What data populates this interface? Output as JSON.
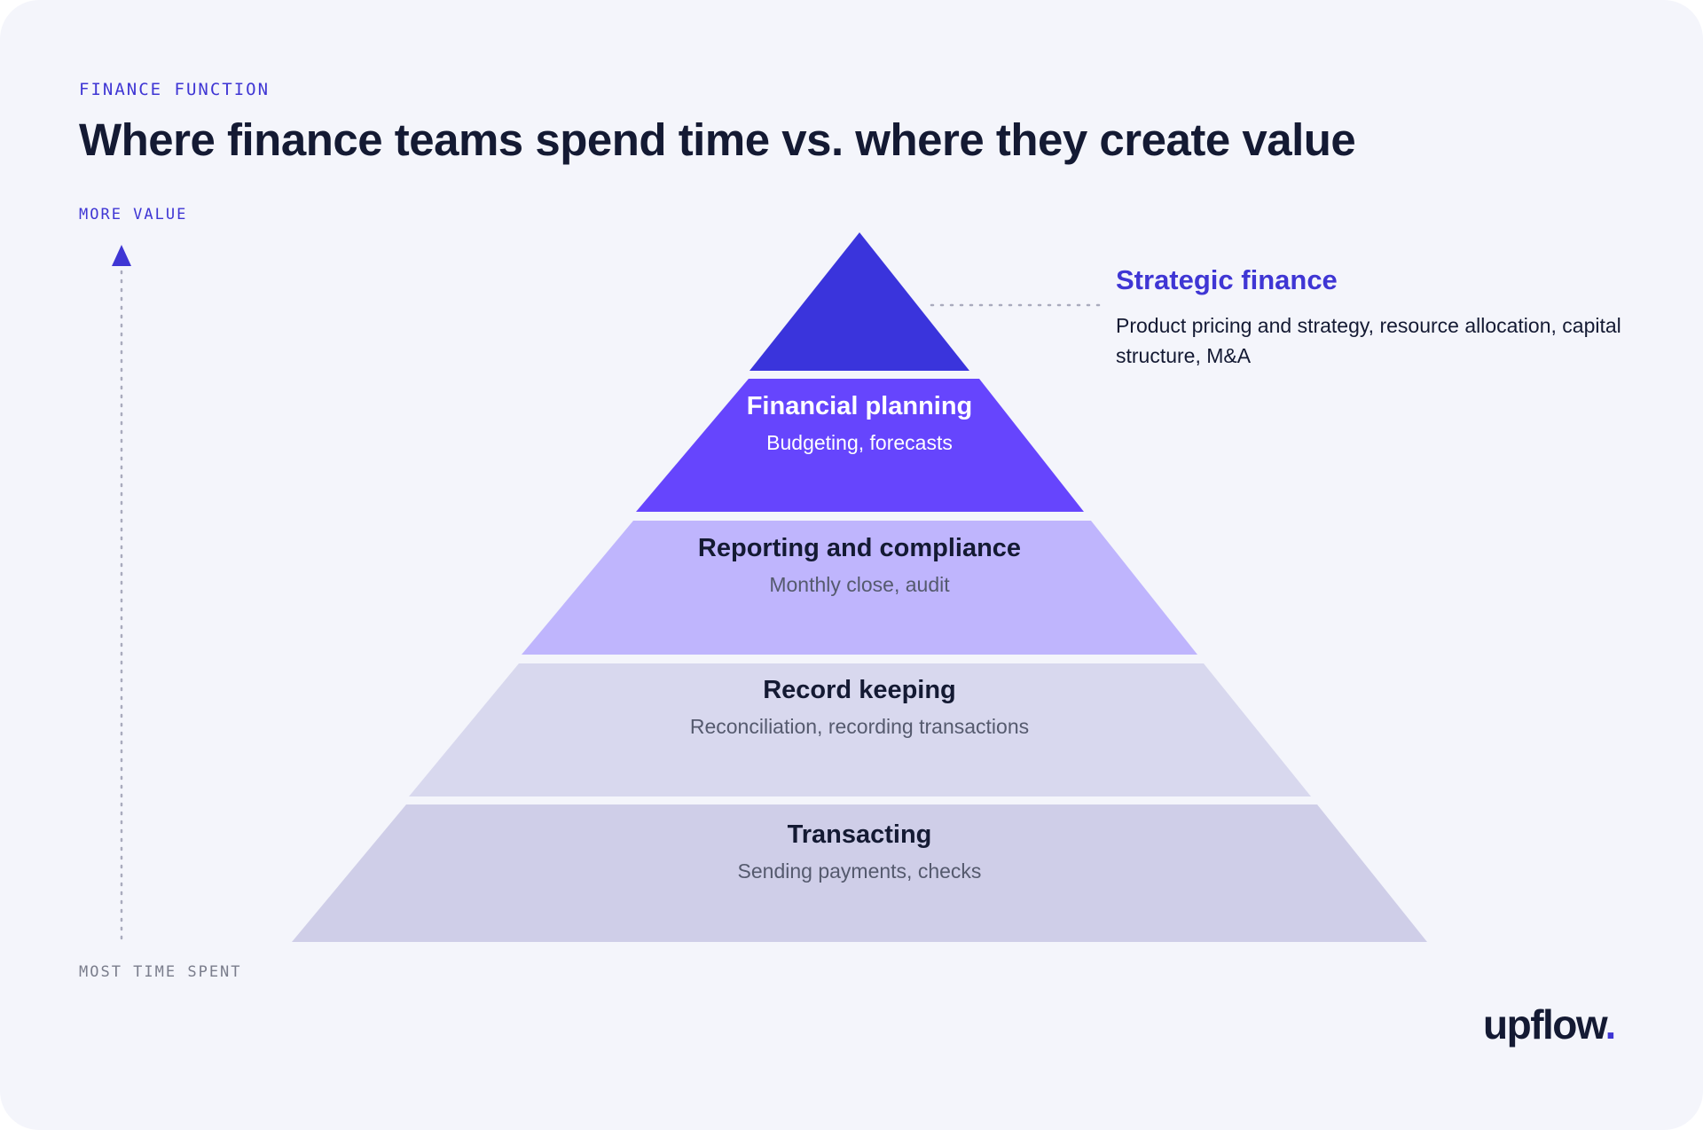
{
  "eyebrow": "FINANCE FUNCTION",
  "title": "Where finance teams spend time vs. where they create value",
  "axis": {
    "top_label": "MORE VALUE",
    "bottom_label": "MOST TIME SPENT",
    "color": "#3f36d4"
  },
  "layers": [
    {
      "title": "Strategic finance",
      "description": "Product pricing and strategy, resource allocation, capital structure, M&A",
      "color": "#3a34dc"
    },
    {
      "title": "Financial planning",
      "description": "Budgeting, forecasts",
      "color": "#6645fd",
      "text_color": "#ffffff"
    },
    {
      "title": "Reporting and compliance",
      "description": "Monthly close, audit",
      "color": "#bfb5fd",
      "text_color": "#141a33"
    },
    {
      "title": "Record keeping",
      "description": "Reconciliation, recording transactions",
      "color": "#d8d8ee",
      "text_color": "#141a33"
    },
    {
      "title": "Transacting",
      "description": "Sending payments, checks",
      "color": "#cfcee8",
      "text_color": "#141a33"
    }
  ],
  "callout": {
    "title": "Strategic finance",
    "description": "Product pricing and strategy, resource allocation, capital structure, M&A"
  },
  "logo": {
    "text": "upflow",
    "dot": ".",
    "accent_color": "#3f36d4"
  }
}
